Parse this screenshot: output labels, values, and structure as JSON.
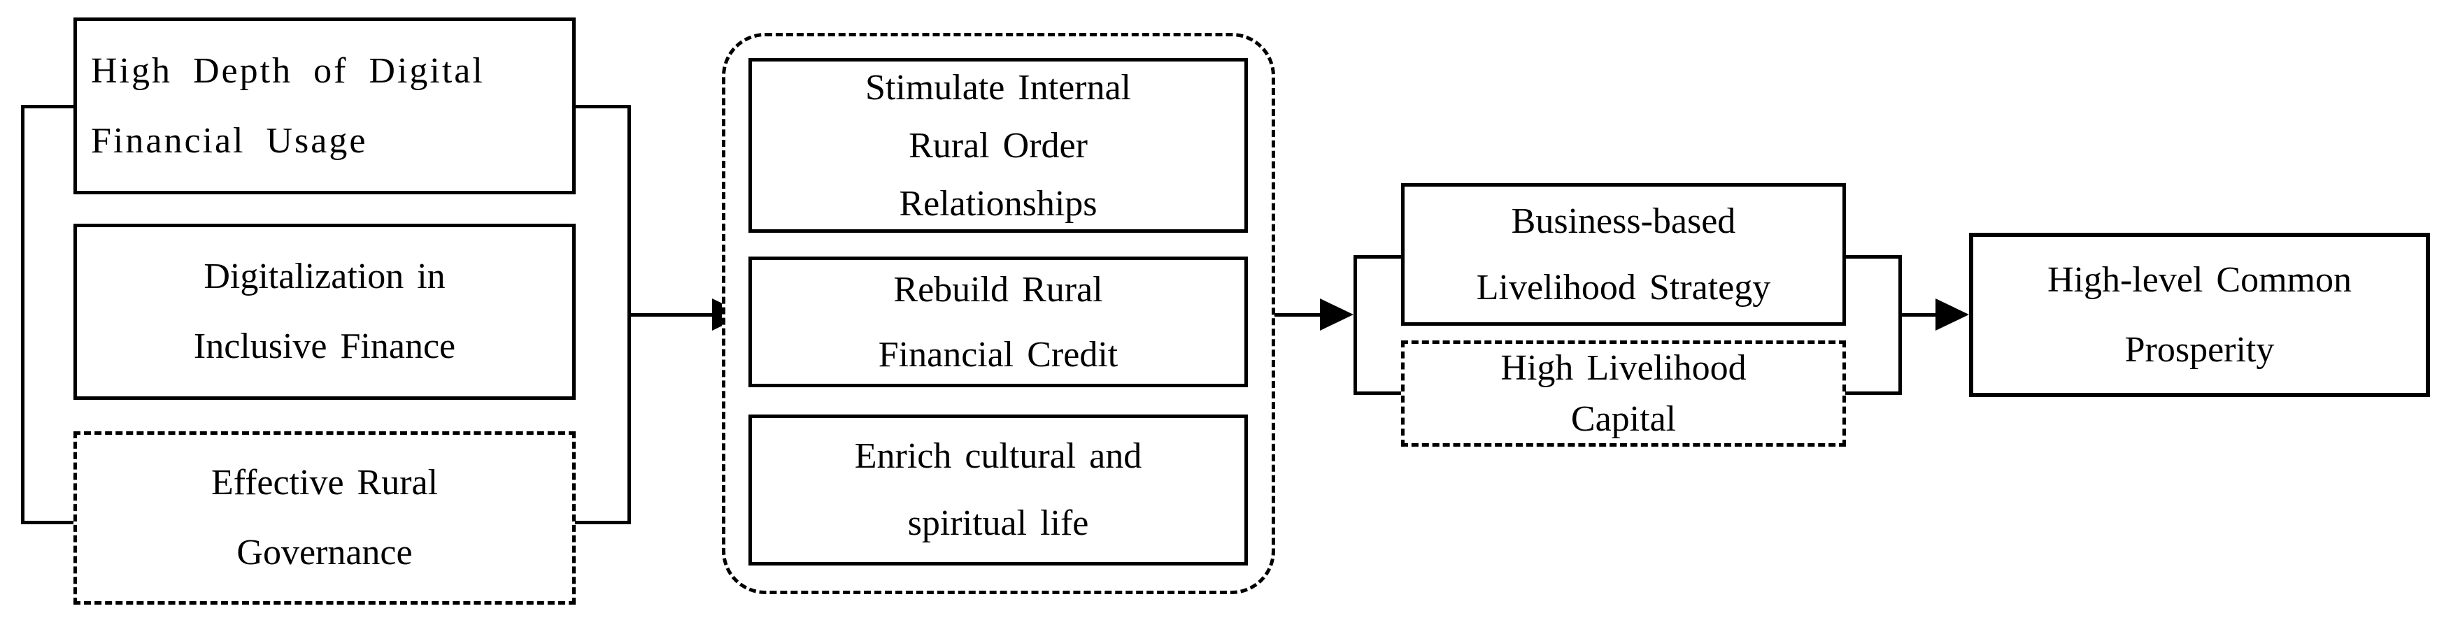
{
  "figure": {
    "background": "#ffffff",
    "line_color": "#000000",
    "groups": {
      "drivers": {
        "boxes": [
          {
            "id": "digital_usage",
            "lines": [
              "High Depth of Digital",
              "Financial Usage"
            ],
            "border": "solid"
          },
          {
            "id": "inclusive_finance",
            "lines": [
              "Digitalization in",
              "Inclusive Finance"
            ],
            "border": "solid"
          },
          {
            "id": "rural_governance",
            "lines": [
              "Effective Rural",
              "Governance"
            ],
            "border": "dashed"
          }
        ]
      },
      "mechanisms": {
        "container_border": "dashed-rounded",
        "boxes": [
          {
            "id": "rural_order",
            "lines": [
              "Stimulate Internal",
              "Rural Order",
              "Relationships"
            ],
            "border": "solid"
          },
          {
            "id": "financial_credit",
            "lines": [
              "Rebuild Rural",
              "Financial Credit"
            ],
            "border": "solid"
          },
          {
            "id": "cultural_life",
            "lines": [
              "Enrich cultural and",
              "spiritual life"
            ],
            "border": "solid"
          }
        ]
      },
      "livelihood": {
        "boxes": [
          {
            "id": "livelihood_strategy",
            "lines": [
              "Business-based",
              "Livelihood Strategy"
            ],
            "border": "solid"
          },
          {
            "id": "livelihood_capital",
            "lines": [
              "High Livelihood",
              "Capital"
            ],
            "border": "dashed"
          }
        ]
      },
      "outcome": {
        "boxes": [
          {
            "id": "common_prosperity",
            "lines": [
              "High-level Common",
              "Prosperity"
            ],
            "border": "solid"
          }
        ]
      }
    }
  }
}
